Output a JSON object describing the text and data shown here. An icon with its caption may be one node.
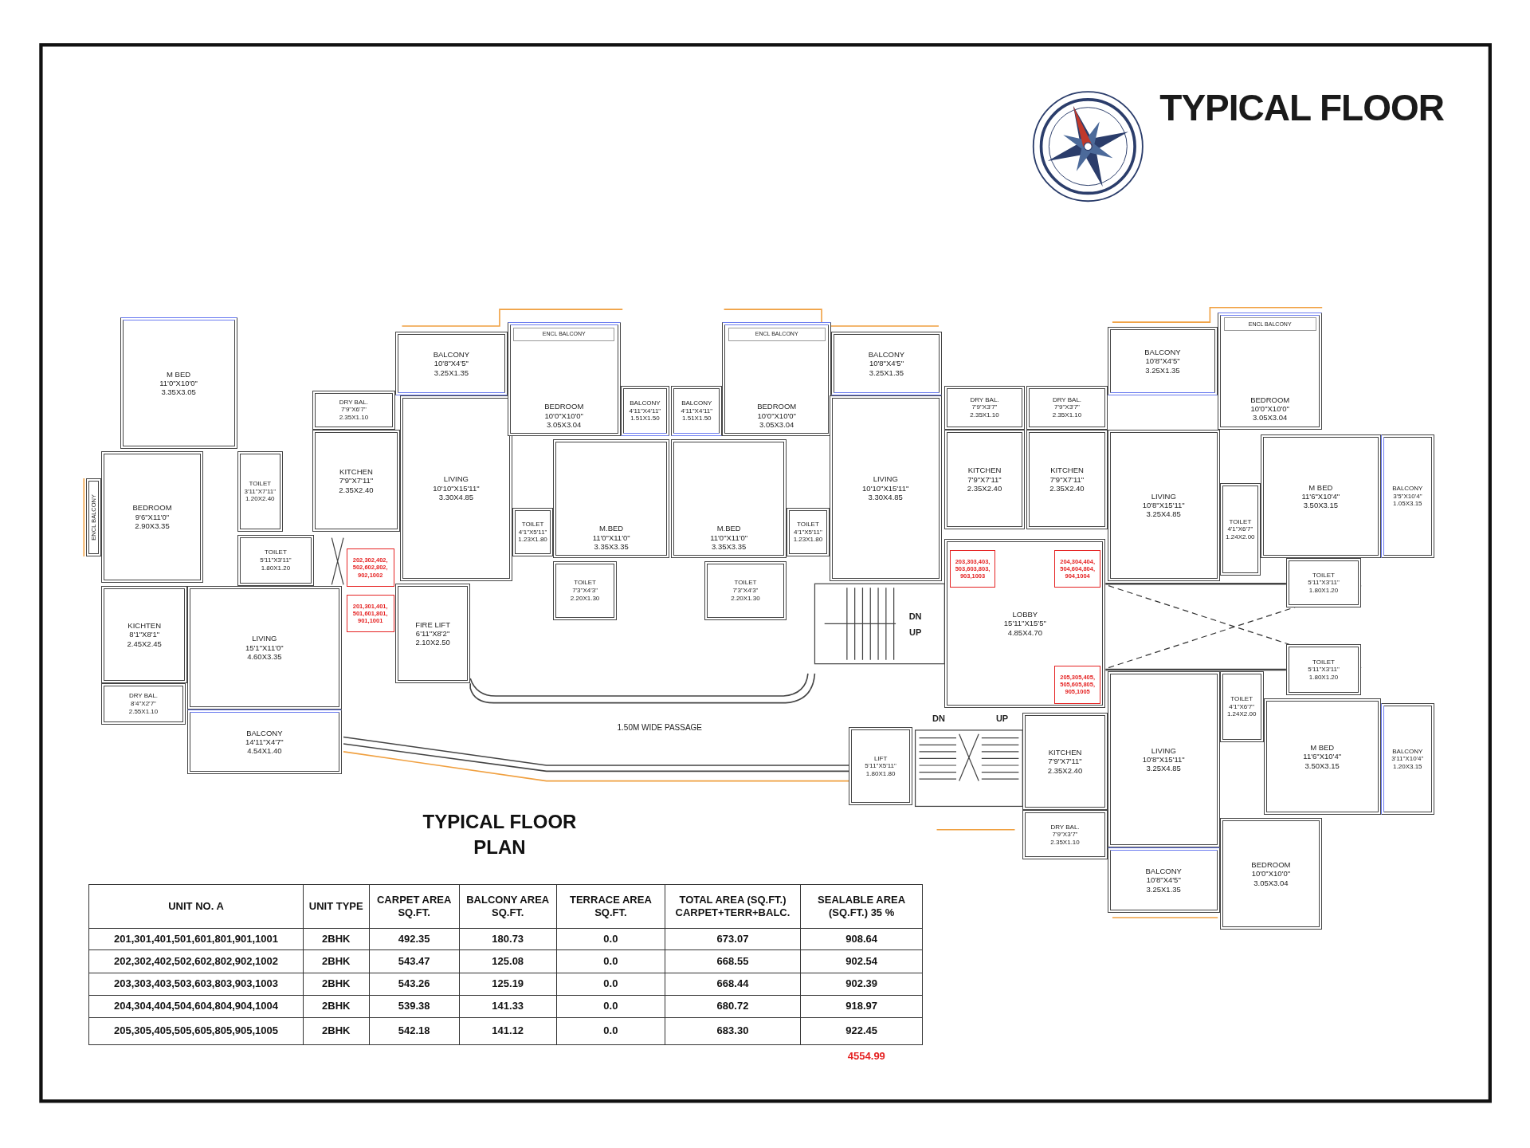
{
  "diagram": {
    "title": "TYPICAL FLOOR",
    "caption": "TYPICAL FLOOR PLAN",
    "nodes": [
      {
        "text": [
          "M BED",
          "11'0\"X10'0\"",
          "3.35X3.05"
        ]
      },
      {
        "text": [
          "ENCL BALCONY"
        ]
      },
      {
        "text": [
          "BEDROOM",
          "9'6\"X11'0\"",
          "2.90X3.35"
        ]
      },
      {
        "text": [
          "TOILET",
          "3'11\"X7'11\"",
          "1.20X2.40"
        ]
      },
      {
        "text": [
          "TOILET",
          "5'11\"X3'11\"",
          "1.80X1.20"
        ]
      },
      {
        "text": [
          "KICHTEN",
          "8'1\"X8'1\"",
          "2.45X2.45"
        ]
      },
      {
        "text": [
          "DRY BAL.",
          "8'4\"X2'7\"",
          "2.55X1.10"
        ]
      },
      {
        "text": [
          "LIVING",
          "15'1\"X11'0\"",
          "4.60X3.35"
        ]
      },
      {
        "text": [
          "BALCONY",
          "14'11\"X4'7\"",
          "4.54X1.40"
        ]
      },
      {
        "text": [
          "202,302,402, 502,602,802, 902,1002"
        ]
      },
      {
        "text": [
          "201,301,401, 501,601,801, 901,1001"
        ]
      },
      {
        "text": [
          "DRY BAL.",
          "7'9\"X6'7\"",
          "2.35X1.10"
        ]
      },
      {
        "text": [
          "KITCHEN",
          "7'9\"X7'11\"",
          "2.35X2.40"
        ]
      },
      {
        "text": [
          "BALCONY",
          "10'8\"X4'5\"",
          "3.25X1.35"
        ]
      },
      {
        "text": [
          "LIVING",
          "10'10\"X15'11\"",
          "3.30X4.85"
        ]
      },
      {
        "text": [
          "BEDROOM",
          "10'0\"X10'0\"",
          "3.05X3.04"
        ]
      },
      {
        "text": [
          "ENCL BALCONY"
        ],
        "in": 15
      },
      {
        "text": [
          "BALCONY",
          "4'11\"X4'11\"",
          "1.51X1.50"
        ]
      },
      {
        "text": [
          "BALCONY",
          "4'11\"X4'11\"",
          "1.51X1.50"
        ]
      },
      {
        "text": [
          "BEDROOM",
          "10'0\"X10'0\"",
          "3.05X3.04"
        ]
      },
      {
        "text": [
          "ENCL BALCONY"
        ],
        "in": 19
      },
      {
        "text": [
          "BALCONY",
          "10'8\"X4'5\"",
          "3.25X1.35"
        ]
      },
      {
        "text": [
          "TOILET",
          "4'1\"X5'11\"",
          "1.23X1.80"
        ]
      },
      {
        "text": [
          "M.BED",
          "11'0\"X11'0\"",
          "3.35X3.35"
        ]
      },
      {
        "text": [
          "M.BED",
          "11'0\"X11'0\"",
          "3.35X3.35"
        ]
      },
      {
        "text": [
          "TOILET",
          "4'1\"X5'11\"",
          "1.23X1.80"
        ]
      },
      {
        "text": [
          "TOILET",
          "7'3\"X4'3\"",
          "2.20X1.30"
        ]
      },
      {
        "text": [
          "TOILET",
          "7'3\"X4'3\"",
          "2.20X1.30"
        ]
      },
      {
        "text": [
          "FIRE LIFT",
          "6'11\"X8'2\"",
          "2.10X2.50"
        ]
      },
      {
        "text": [
          "LIVING",
          "10'10\"X15'11\"",
          "3.30X4.85"
        ]
      },
      {
        "text": [
          "DRY BAL.",
          "7'9\"X3'7\"",
          "2.35X1.10"
        ]
      },
      {
        "text": [
          "DRY BAL.",
          "7'9\"X3'7\"",
          "2.35X1.10"
        ]
      },
      {
        "text": [
          "KITCHEN",
          "7'9\"X7'11\"",
          "2.35X2.40"
        ]
      },
      {
        "text": [
          "KITCHEN",
          "7'9\"X7'11\"",
          "2.35X2.40"
        ]
      },
      {
        "text": [
          "BALCONY",
          "10'8\"X4'5\"",
          "3.25X1.35"
        ]
      },
      {
        "text": [
          "BEDROOM",
          "10'0\"X10'0\"",
          "3.05X3.04"
        ]
      },
      {
        "text": [
          "ENCL BALCONY"
        ],
        "in": 35
      },
      {
        "text": [
          "LIVING",
          "10'8\"X15'11\"",
          "3.25X4.85"
        ]
      },
      {
        "text": [
          "TOILET",
          "4'1\"X6'7\"",
          "1.24X2.00"
        ]
      },
      {
        "text": [
          "M BED",
          "11'6\"X10'4\"",
          "3.50X3.15"
        ]
      },
      {
        "text": [
          "BALCONY",
          "3'5\"X10'4\"",
          "1.05X3.15"
        ]
      },
      {
        "text": [
          "TOILET",
          "5'11\"X3'11\"",
          "1.80X1.20"
        ]
      },
      {
        "text": [
          "LOBBY",
          "15'11\"X15'5\"",
          "4.85X4.70"
        ]
      },
      {
        "text": [
          "203,303,403, 503,603,803, 903,1003"
        ],
        "in": 42
      },
      {
        "text": [
          "204,304,404, 504,604,804, 904,1004"
        ],
        "in": 42
      },
      {
        "text": [
          "205,305,405, 505,605,805, 905,1005"
        ],
        "in": 42
      },
      {
        "text": [
          "TOILET",
          "5'11\"X3'11\"",
          "1.80X1.20"
        ]
      },
      {
        "text": [
          "TOILET",
          "4'1\"X6'7\"",
          "1.24X2.00"
        ]
      },
      {
        "text": [
          "LIVING",
          "10'8\"X15'11\"",
          "3.25X4.85"
        ]
      },
      {
        "text": [
          "KITCHEN",
          "7'9\"X7'11\"",
          "2.35X2.40"
        ]
      },
      {
        "text": [
          "M BED",
          "11'6\"X10'4\"",
          "3.50X3.15"
        ]
      },
      {
        "text": [
          "BALCONY",
          "3'11\"X10'4\"",
          "1.20X3.15"
        ]
      },
      {
        "text": [
          "LIFT",
          "5'11\"X5'11\"",
          "1.80X1.80"
        ]
      },
      {
        "text": [
          "DRY BAL.",
          "7'9\"X3'7\"",
          "2.35X1.10"
        ]
      },
      {
        "text": [
          "BALCONY",
          "10'8\"X4'5\"",
          "3.25X1.35"
        ]
      },
      {
        "text": [
          "BEDROOM",
          "10'0\"X10'0\"",
          "3.05X3.04"
        ]
      }
    ],
    "labels": [
      "DN",
      "UP",
      "1.50M WIDE PASSAGE",
      "DN",
      "UP",
      "UNIT NO. A",
      "UNIT TYPE",
      "CARPET AREA SQ.FT.",
      "BALCONY AREA SQ.FT.",
      "TERRACE AREA SQ.FT.",
      "TOTAL AREA (SQ.FT.) CARPET+TERR+BALC.",
      "SEALABLE AREA (SQ.FT.) 35 %",
      "201,301,401,501,601,801,901,1001",
      "2BHK",
      "492.35",
      "180.73",
      "0.0",
      "673.07",
      "908.64",
      "202,302,402,502,602,802,902,1002",
      "2BHK",
      "543.47",
      "125.08",
      "0.0",
      "668.55",
      "902.54",
      "203,303,403,503,603,803,903,1003",
      "2BHK",
      "543.26",
      "125.19",
      "0.0",
      "668.44",
      "902.39",
      "204,304,404,504,604,804,904,1004",
      "2BHK",
      "539.38",
      "141.33",
      "0.0",
      "680.72",
      "918.97",
      "205,305,405,505,605,805,905,1005",
      "2BHK",
      "542.18",
      "141.12",
      "0.0",
      "683.30",
      "922.45",
      "4554.99"
    ]
  }
}
